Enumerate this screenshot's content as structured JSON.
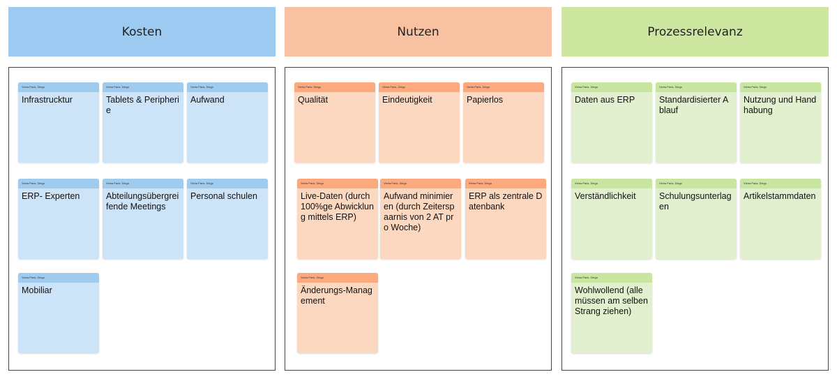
{
  "author": "Vieira Paris, Diego",
  "columns": [
    {
      "title": "Kosten",
      "notes": [
        "Infrastrucktur",
        "Tablets & Peripherie",
        "Aufwand",
        "ERP- Experten",
        "Abteilungsübergreifende Meetings",
        "Personal schulen",
        "Mobiliar"
      ]
    },
    {
      "title": "Nutzen",
      "notes": [
        "Qualität",
        "Eindeutigkeit",
        "Papierlos",
        "Live-Daten (durch 100%ge Abwicklung mittels ERP)",
        "Aufwand minimieren (durch Zeiterspaarnis von 2 AT pro Woche)",
        "ERP als zentrale Datenbank",
        "Änderungs-Management"
      ]
    },
    {
      "title": "Prozessrelevanz",
      "notes": [
        "Daten aus ERP",
        "Standardisierter Ablauf",
        "Nutzung und Handhabung",
        "Verständlichkeit",
        "Schulungsunterlagen",
        "Artikelstammdaten",
        "Wohlwollend (alle müssen am selben Strang ziehen)"
      ]
    }
  ],
  "colors": {
    "kosten": "#9ccaf0",
    "nutzen": "#f8c1a1",
    "prozess": "#cde7a1"
  }
}
